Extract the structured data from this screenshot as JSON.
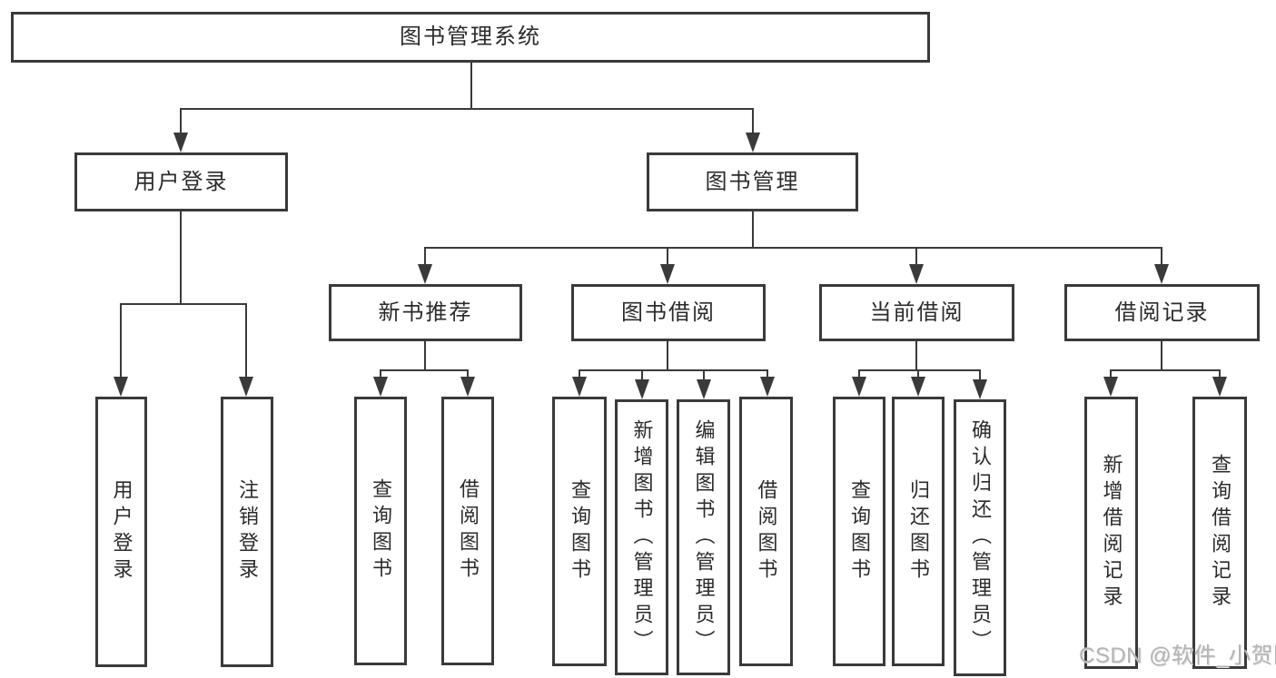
{
  "diagram": {
    "nodes": {
      "root": "图书管理系统",
      "user_login": "用户登录",
      "book_mgmt": "图书管理",
      "new_book_rec": "新书推荐",
      "book_borrow": "图书借阅",
      "current_borrow": "当前借阅",
      "borrow_records": "借阅记录",
      "leaf_user_login": "用户登录",
      "leaf_logout": "注销登录",
      "leaf_query_book_a": "查询图书",
      "leaf_borrow_book_a": "借阅图书",
      "leaf_query_book_b": "查询图书",
      "leaf_add_book_admin": "新增图书（管理员）",
      "leaf_edit_book_admin": "编辑图书（管理员）",
      "leaf_borrow_book_b": "借阅图书",
      "leaf_query_book_c": "查询图书",
      "leaf_return_book": "归还图书",
      "leaf_confirm_return_admin": "确认归还（管理员）",
      "leaf_add_borrow_record": "新增借阅记录",
      "leaf_query_borrow_record": "查询借阅记录"
    },
    "colors": {
      "line": "#3a3a3a",
      "text": "#2b2b2b",
      "watermark_text": "#b4b4b4",
      "background": "#ffffff"
    }
  },
  "watermark": "CSDN @软件_小贺同学"
}
